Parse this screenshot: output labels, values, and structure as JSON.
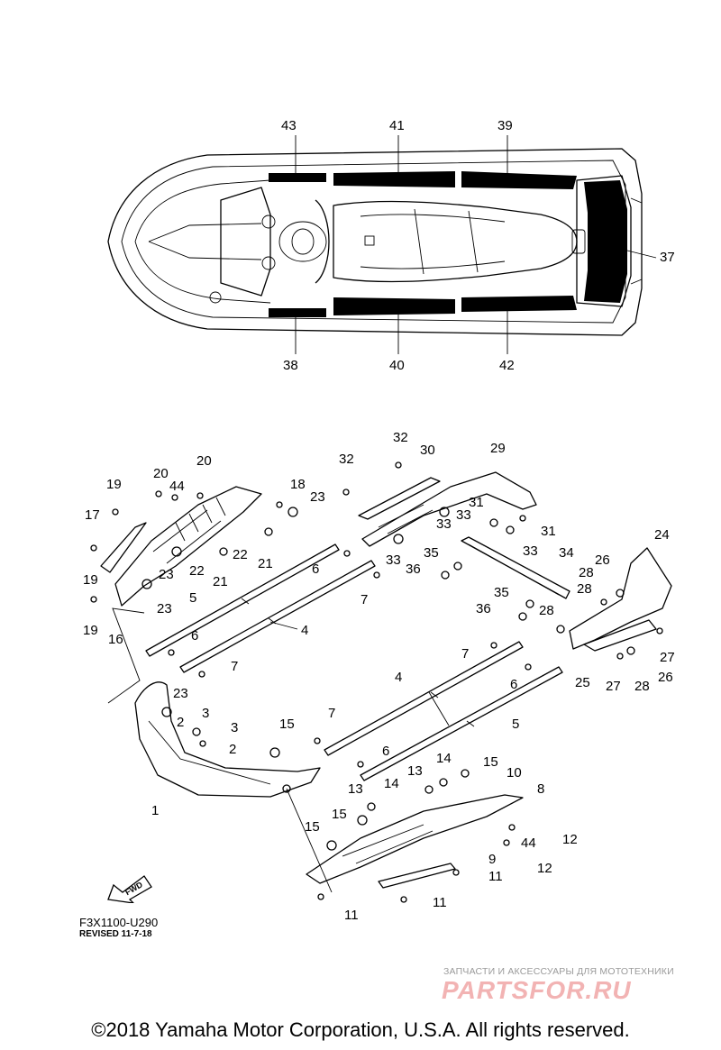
{
  "callouts": {
    "top": [
      "37",
      "38",
      "39",
      "40",
      "41",
      "42",
      "43"
    ],
    "parts": [
      "1",
      "2",
      "3",
      "4",
      "5",
      "6",
      "7",
      "8",
      "9",
      "10",
      "11",
      "12",
      "13",
      "14",
      "15",
      "16",
      "17",
      "18",
      "19",
      "20",
      "21",
      "22",
      "23",
      "24",
      "25",
      "26",
      "27",
      "28",
      "29",
      "30",
      "31",
      "32",
      "33",
      "34",
      "35",
      "36",
      "44"
    ]
  },
  "fwd_label": "FWD",
  "drawing_code": "F3X1100-U290",
  "revised": "REVISED 11-7-18",
  "watermark": {
    "tagline": "ЗАПЧАСТИ И АКСЕССУАРЫ ДЛЯ МОТОТЕХНИКИ",
    "logo": "PARTSFOR.RU"
  },
  "copyright": "©2018 Yamaha Motor Corporation, U.S.A. All rights reserved."
}
